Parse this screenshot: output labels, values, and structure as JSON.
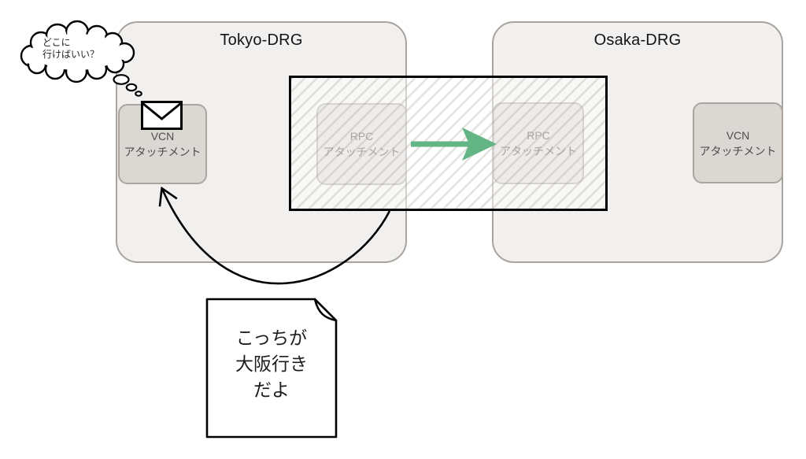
{
  "diagram": {
    "tokyo": {
      "title": "Tokyo-DRG",
      "vcn": {
        "line1": "VCN",
        "line2": "アタッチメント"
      },
      "rpc": {
        "line1": "RPC",
        "line2": "アタッチメント"
      }
    },
    "osaka": {
      "title": "Osaka-DRG",
      "rpc": {
        "line1": "RPC",
        "line2": "アタッチメント"
      },
      "vcn": {
        "line1": "VCN",
        "line2": "アタッチメント"
      }
    },
    "thought_bubble": {
      "line1": "どこに",
      "line2": "行けばいい？"
    },
    "note": {
      "line1": "こっちが",
      "line2": "大阪行き",
      "line3": "だよ"
    },
    "colors": {
      "green_arrow": "#63b586",
      "annotation": "#000000",
      "container_fill": "#f1f0ee",
      "container_border": "#a8a39e",
      "attachment_fill": "#dbd8d4",
      "attachment_border": "#aaa59f"
    }
  }
}
